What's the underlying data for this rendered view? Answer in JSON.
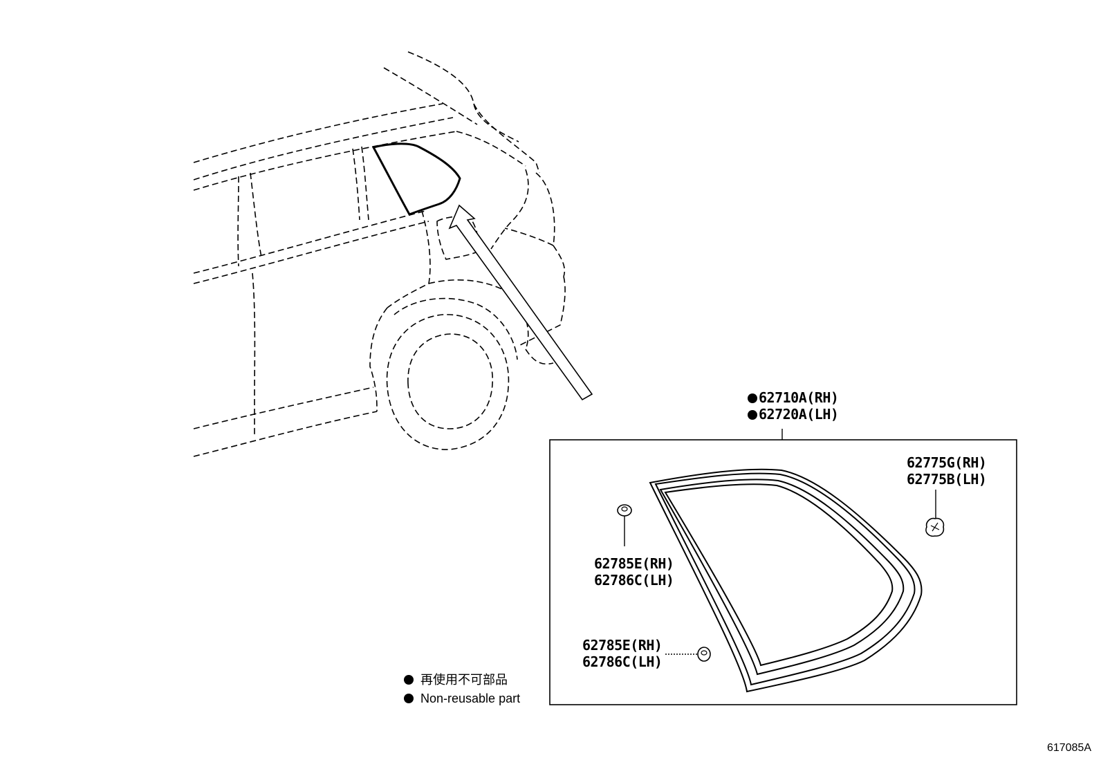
{
  "callouts": {
    "glass_rh": "62710A(RH)",
    "glass_lh": "62720A(LH)",
    "clip_top_rh": "62775G(RH)",
    "clip_top_lh": "62775B(LH)",
    "clip_left_rh": "62785E(RH)",
    "clip_left_lh": "62786C(LH)",
    "clip_bottom_rh": "62785E(RH)",
    "clip_bottom_lh": "62786C(LH)"
  },
  "legend": {
    "japanese": "再使用不可部品",
    "english": "Non-reusable part"
  },
  "illustration_number": "617085A",
  "colors": {
    "line": "#000000",
    "background": "#ffffff"
  }
}
